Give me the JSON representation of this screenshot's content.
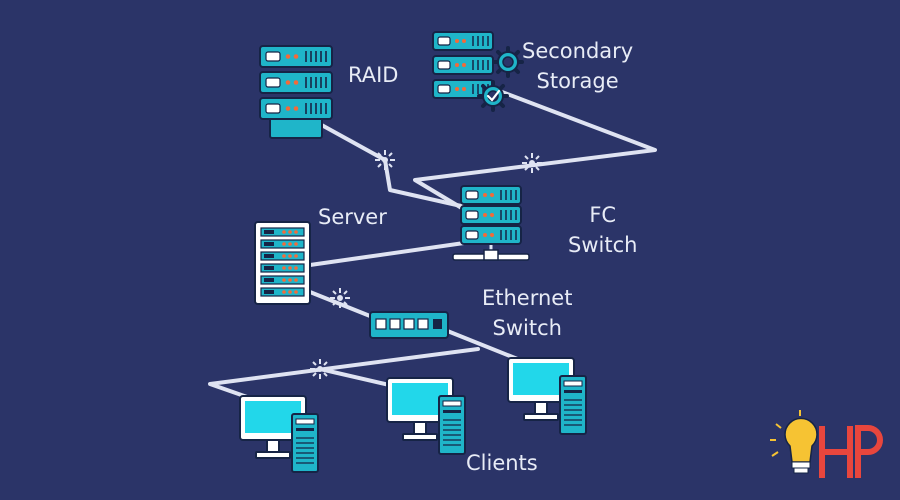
{
  "labels": {
    "raid": "RAID",
    "secondary_storage": [
      "Secondary",
      "Storage"
    ],
    "server": "Server",
    "fc_switch": [
      "FC",
      "Switch"
    ],
    "ethernet_switch": [
      "Ethernet",
      "Switch"
    ],
    "clients": "Clients"
  },
  "colors": {
    "background": "#2b3468",
    "line": "#dfe3f2",
    "device_teal": "#1fb5c9",
    "device_dark": "#162446",
    "screen_cyan": "#22d7ea",
    "accent_orange": "#f26b3a",
    "logo_red": "#e8463d",
    "logo_yellow": "#f6c333"
  },
  "icons": [
    "raid-server-icon",
    "storage-server-icon",
    "gear-icon",
    "checkmark-icon",
    "fc-switch-icon",
    "server-tower-icon",
    "ethernet-switch-icon",
    "desktop-computer-icon",
    "connection-spark-icon",
    "lightbulb-icon"
  ]
}
